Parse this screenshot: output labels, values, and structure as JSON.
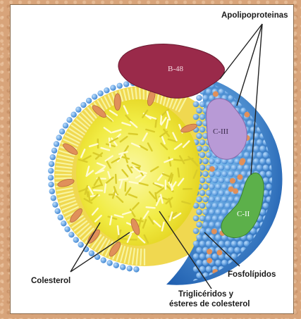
{
  "labels": {
    "apolipoproteins": "Apolipoproteinas",
    "b48": "B-48",
    "c3": "C-III",
    "c2": "C-II",
    "cholesterol": "Colesterol",
    "phospholipids": "Fosfolípidos",
    "triglycerides_line1": "Triglicéridos y",
    "triglycerides_line2": "ésteres de colesterol"
  },
  "colors": {
    "phospholipid_head": "#5aa0dc",
    "core_yellow": "#f4ef3c",
    "b48_protein": "#9a2a4a",
    "c3_protein": "#b89ad6",
    "c2_protein": "#5cb04a",
    "cholesterol": "#e0905a"
  }
}
